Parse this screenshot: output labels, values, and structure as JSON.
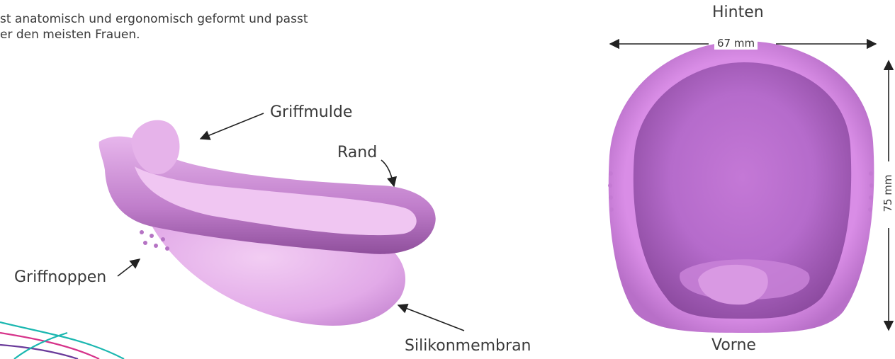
{
  "intro": {
    "line1": "st anatomisch und ergonomisch geformt und passt",
    "line2": "er den meisten Frauen."
  },
  "side_view": {
    "labels": {
      "griffmulde": "Griffmulde",
      "rand": "Rand",
      "griffnoppen": "Griffnoppen",
      "silikonmembran": "Silikonmembran"
    }
  },
  "top_view": {
    "back_label": "Hinten",
    "front_label": "Vorne",
    "width_label": "67 mm",
    "height_label": "75 mm"
  },
  "colors": {
    "device_light": "#e9b9ec",
    "device_mid": "#d79be0",
    "device_dark": "#9d5aa8",
    "swoosh_teal": "#1bb7b0",
    "swoosh_magenta": "#d6338a",
    "swoosh_purple": "#6a3a9a"
  }
}
